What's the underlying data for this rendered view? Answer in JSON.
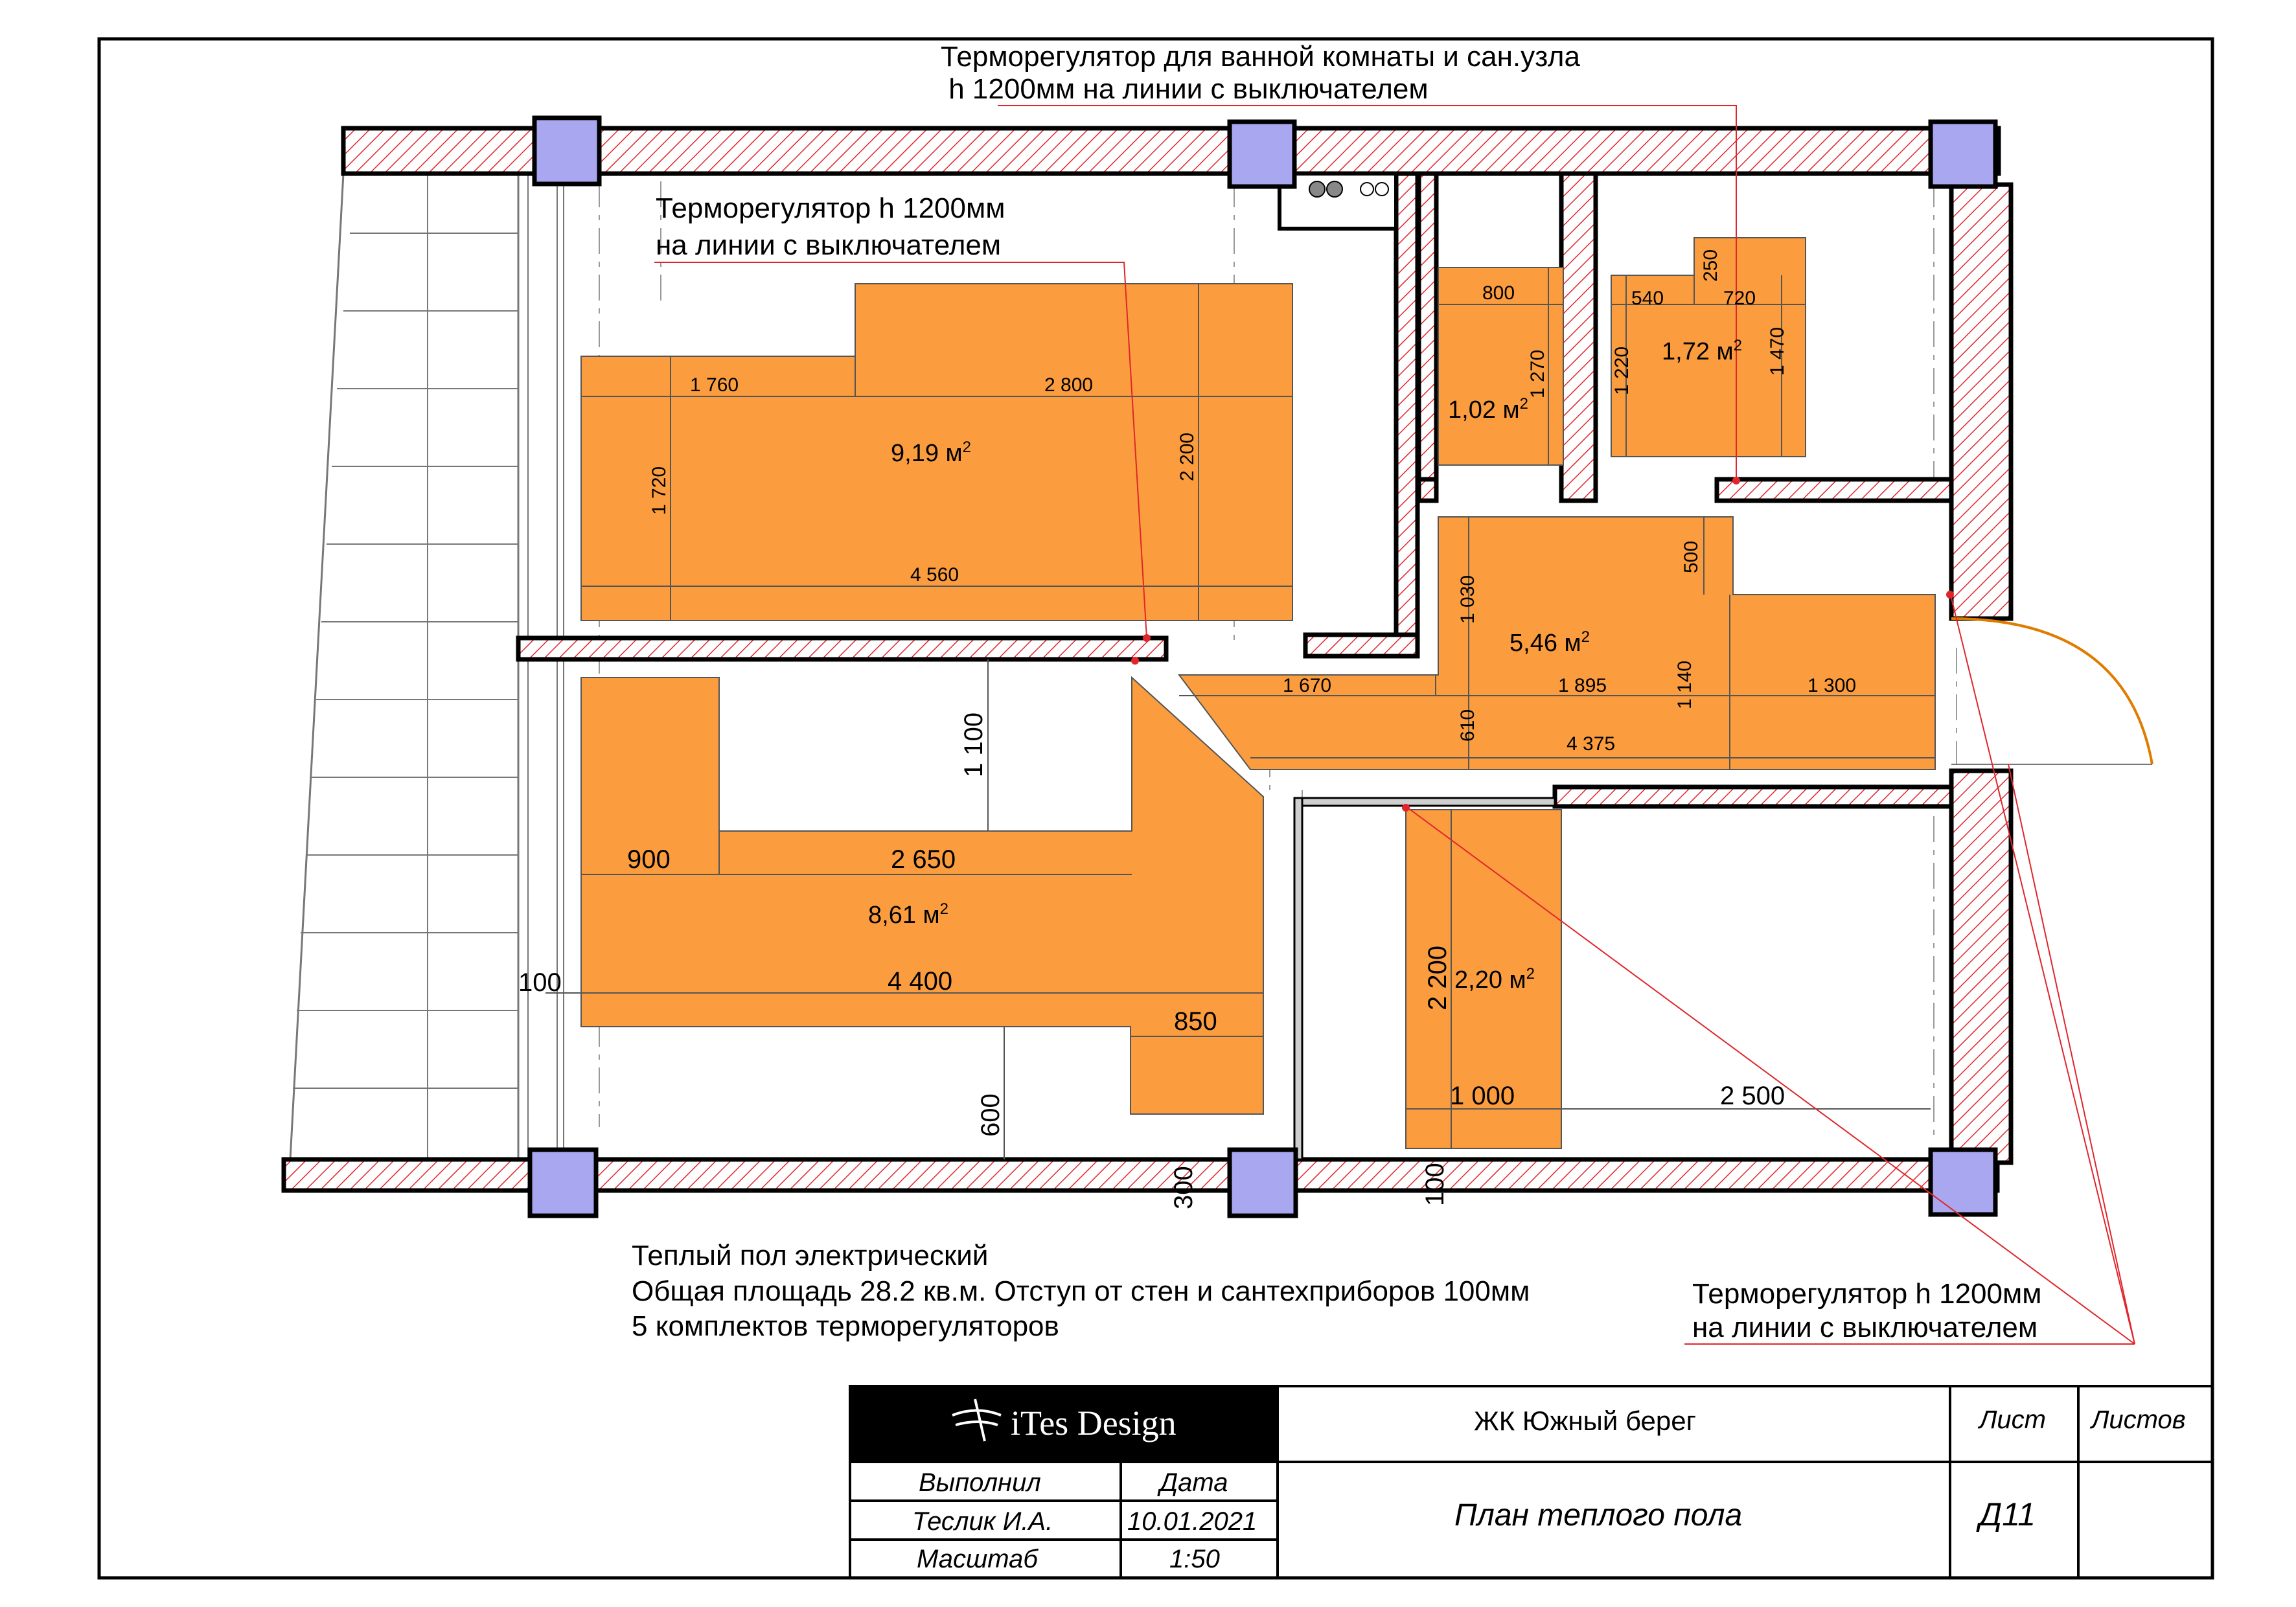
{
  "notes": {
    "bath_thermostat_line1": "Терморегулятор для ванной комнаты и сан.узла",
    "bath_thermostat_line2": " h 1200мм на линии с выключателем",
    "room_thermostat_line1": "Терморегулятор h 1200мм",
    "room_thermostat_line2": "на линии с выключателем",
    "entry_thermostat_line1": "Терморегулятор h 1200мм",
    "entry_thermostat_line2": "на линии с выключателем",
    "summary_line1": "Теплый пол электрический",
    "summary_line2": "Общая площадь 28.2 кв.м. Отступ от стен и сантехприборов 100мм",
    "summary_line3": "5 комплектов терморегуляторов"
  },
  "zones": {
    "room_top": {
      "area": "9,19 м",
      "area_sup": "2",
      "dims": [
        "1 760",
        "2 800",
        "1 720",
        "2 200",
        "4 560"
      ]
    },
    "room_bottom": {
      "area": "8,61 м",
      "area_sup": "2",
      "dims": [
        "1 100",
        "900",
        "2 650",
        "4 400",
        "850",
        "100",
        "600"
      ]
    },
    "wc": {
      "area": "1,02 м",
      "area_sup": "2",
      "dims": [
        "800",
        "1 270"
      ]
    },
    "bath": {
      "area": "1,72 м",
      "area_sup": "2",
      "dims": [
        "250",
        "540",
        "720",
        "1 220",
        "1 470"
      ]
    },
    "hall": {
      "area": "5,46 м",
      "area_sup": "2",
      "dims": [
        "500",
        "1 030",
        "1 670",
        "1 895",
        "1 140",
        "1 300",
        "610",
        "4 375"
      ]
    },
    "storage": {
      "area": "2,20 м",
      "area_sup": "2",
      "dims": [
        "2 200",
        "1 000",
        "2 500"
      ]
    },
    "wall_dims": [
      "300",
      "100"
    ]
  },
  "title_block": {
    "logo": "iTes Design",
    "project": "ЖК Южный берег",
    "sheet_label": "Лист",
    "sheets_label": "Листов",
    "performed_label": "Выполнил",
    "date_label": "Дата",
    "author": "Теслик И.А.",
    "date": "10.01.2021",
    "scale_label": "Масштаб",
    "scale": "1:50",
    "drawing_title": "План теплого пола",
    "sheet_number": "Д11",
    "sheets_count": ""
  },
  "colors": {
    "heated_floor": "#fb9d3e",
    "column": "#a9a7f0",
    "wall_hatch": "#e0262c",
    "leader": "#e0262c"
  }
}
